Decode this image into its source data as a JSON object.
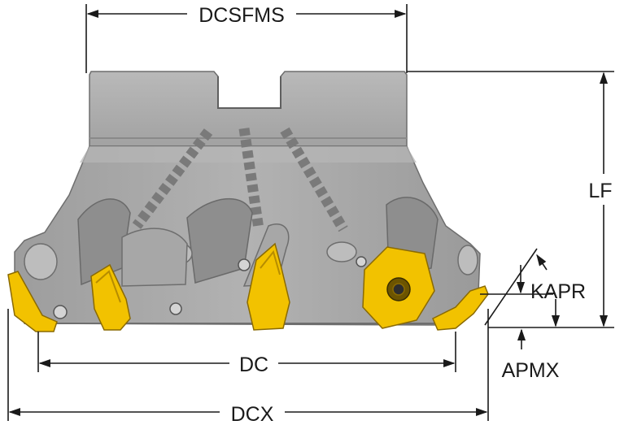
{
  "dimensions": {
    "dcsfms": "DCSFMS",
    "lf": "LF",
    "kapr": "KAPR",
    "dc": "DC",
    "apmx": "APMX",
    "dcx": "DCX"
  },
  "colors": {
    "body": "#a9a9a9",
    "body_dark": "#7c7c7c",
    "insert": "#f2c200",
    "insert_dark": "#b68c00",
    "line": "#1a1a1a"
  }
}
